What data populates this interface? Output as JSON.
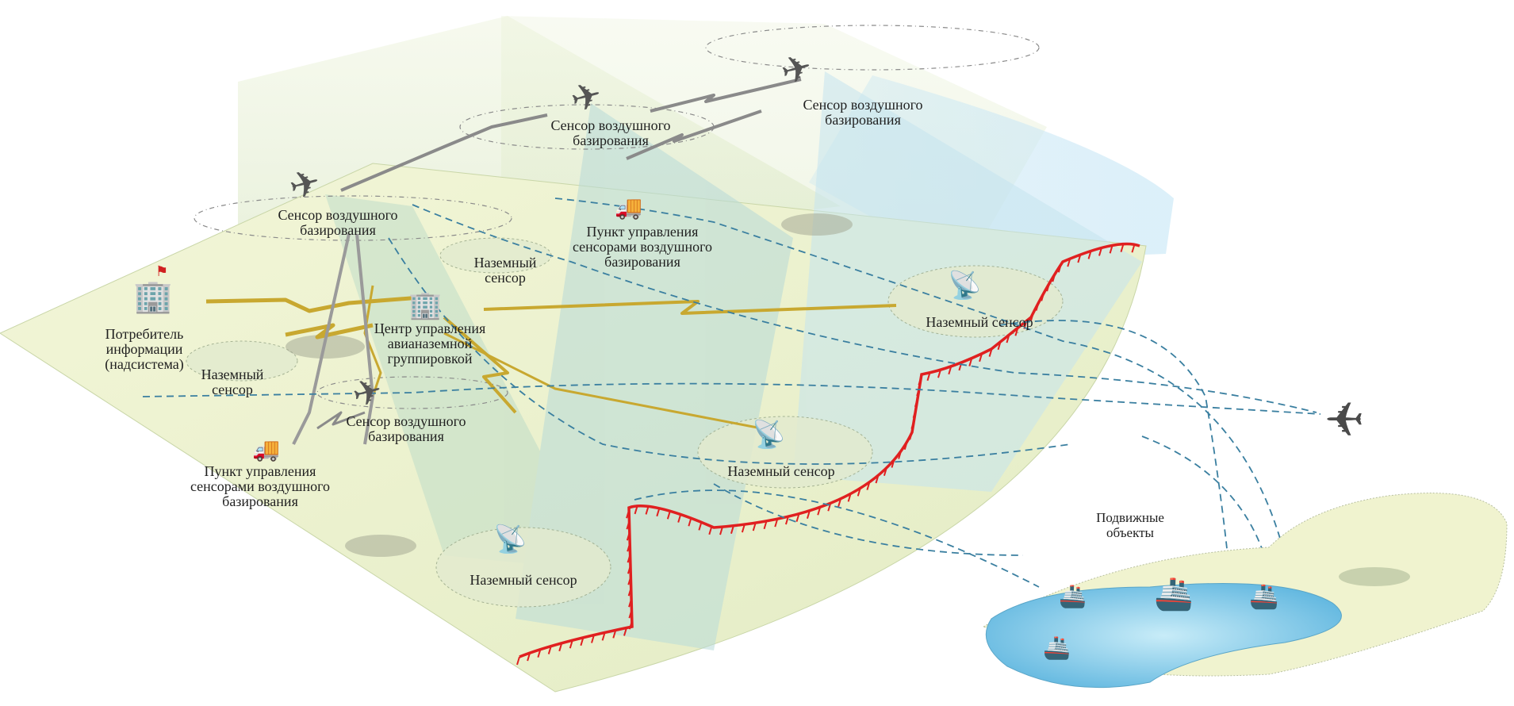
{
  "diagram": {
    "title_hidden": "",
    "labels": {
      "air_sensor_left": "Сенсор воздушного\nбазирования",
      "air_sensor_mid": "Сенсор воздушного\nбазирования",
      "air_sensor_right": "Сенсор воздушного\nбазирования",
      "air_sensor_low": "Сенсор воздушного\nбазирования",
      "air_control_point_top": "Пункт управления\nсенсорами воздушного\nбазирования",
      "air_control_point_bottom": "Пункт управления\nсенсорами воздушного\nбазирования",
      "ground_sensor_top": "Наземный\nсенсор",
      "ground_sensor_left": "Наземный\nсенсор",
      "ground_sensor_right": "Наземный сенсор",
      "ground_sensor_center": "Наземный сенсор",
      "ground_sensor_bottom": "Наземный сенсор",
      "info_consumer": "Потребитель\nинформации\n(надсистема)",
      "control_center": "Центр управления\nавианаземной\nгруппировкой",
      "mobile_objects": "Подвижные\nобъекты"
    },
    "colors": {
      "ground_plane": "#eef2cc",
      "coverage_green": "#cfe3bf",
      "coverage_blue": "#cfe8f2",
      "frontline_red": "#e02020",
      "link_yellow": "#c8a830",
      "link_gray": "#8a8a8a",
      "trajectory_blue": "#3a7fa0",
      "water": "#7fc6e6",
      "land": "#f0f3cf"
    }
  }
}
